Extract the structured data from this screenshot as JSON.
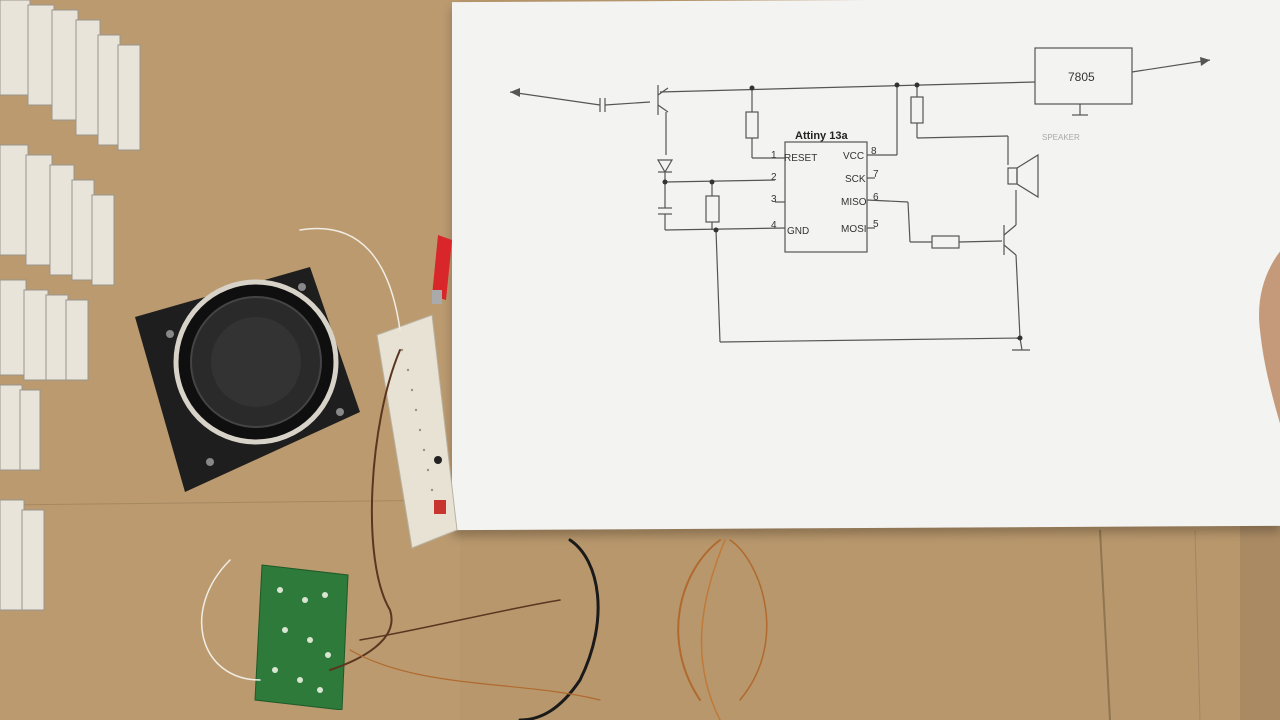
{
  "schematic": {
    "chip_name": "Attiny 13a",
    "regulator": "7805",
    "pins": {
      "reset": "RESET",
      "gnd": "GND",
      "vcc": "VCC",
      "sck": "SCK",
      "miso": "MISO",
      "mosi": "MOSI",
      "p1": "1",
      "p2": "2",
      "p3": "3",
      "p4": "4",
      "p5": "5",
      "p6": "6",
      "p7": "7",
      "p8": "8"
    },
    "speaker_label": "SPEAKER"
  },
  "colors": {
    "cardboard": "#b8976c",
    "paper": "#f3f3f1",
    "ink": "#555555",
    "breadboard": "#e8e2d4",
    "pcb": "#2e7a3a",
    "speaker_body": "#1e1e1e",
    "copper_wire": "#b06a2e",
    "probe_red": "#d8262a"
  }
}
